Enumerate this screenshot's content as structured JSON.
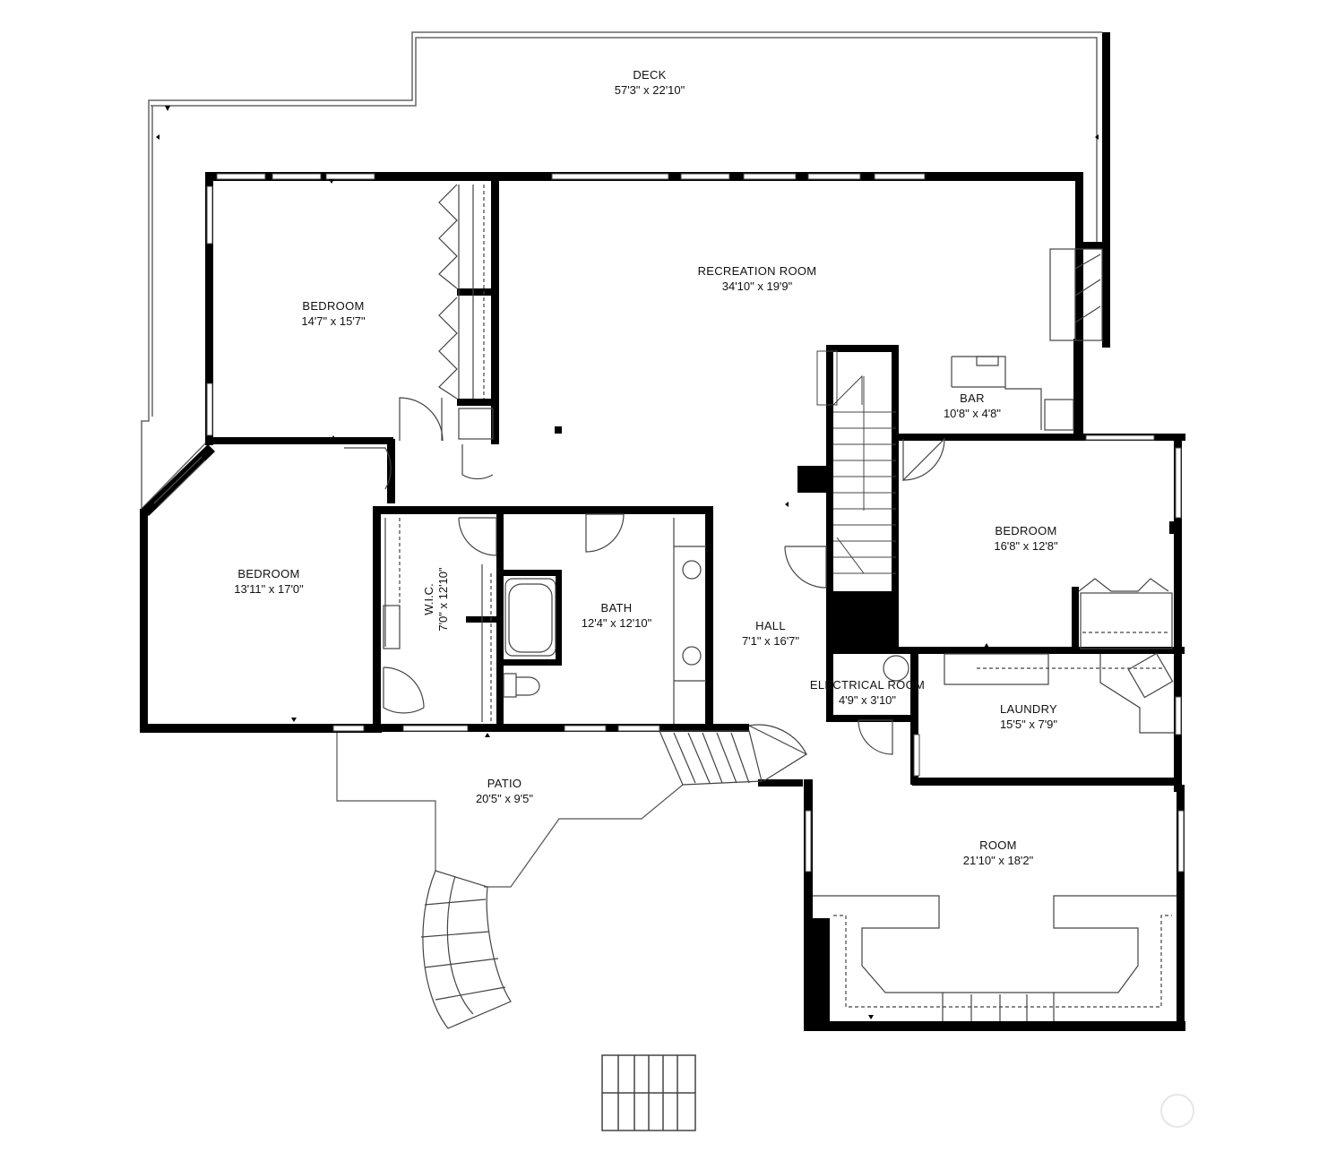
{
  "rooms": {
    "deck": {
      "name": "DECK",
      "dims": "57'3\" x 22'10\""
    },
    "recreation": {
      "name": "RECREATION ROOM",
      "dims": "34'10\" x 19'9\""
    },
    "bedroom_nw": {
      "name": "BEDROOM",
      "dims": "14'7\" x 15'7\""
    },
    "bar": {
      "name": "BAR",
      "dims": "10'8\" x 4'8\""
    },
    "bedroom_w": {
      "name": "BEDROOM",
      "dims": "13'11\" x 17'0\""
    },
    "wic": {
      "name": "W.I.C.",
      "dims": "7'0\" x 12'10\""
    },
    "bath": {
      "name": "BATH",
      "dims": "12'4\" x 12'10\""
    },
    "hall": {
      "name": "HALL",
      "dims": "7'1\" x 16'7\""
    },
    "bedroom_e": {
      "name": "BEDROOM",
      "dims": "16'8\" x 12'8\""
    },
    "electrical": {
      "name": "ELECTRICAL ROOM",
      "dims": "4'9\" x 3'10\""
    },
    "laundry": {
      "name": "LAUNDRY",
      "dims": "15'5\" x 7'9\""
    },
    "patio": {
      "name": "PATIO",
      "dims": "20'5\" x 9'5\""
    },
    "room": {
      "name": "ROOM",
      "dims": "21'10\" x 18'2\""
    }
  },
  "colors": {
    "wall": "#000000",
    "line": "#555555",
    "background": "#ffffff"
  }
}
